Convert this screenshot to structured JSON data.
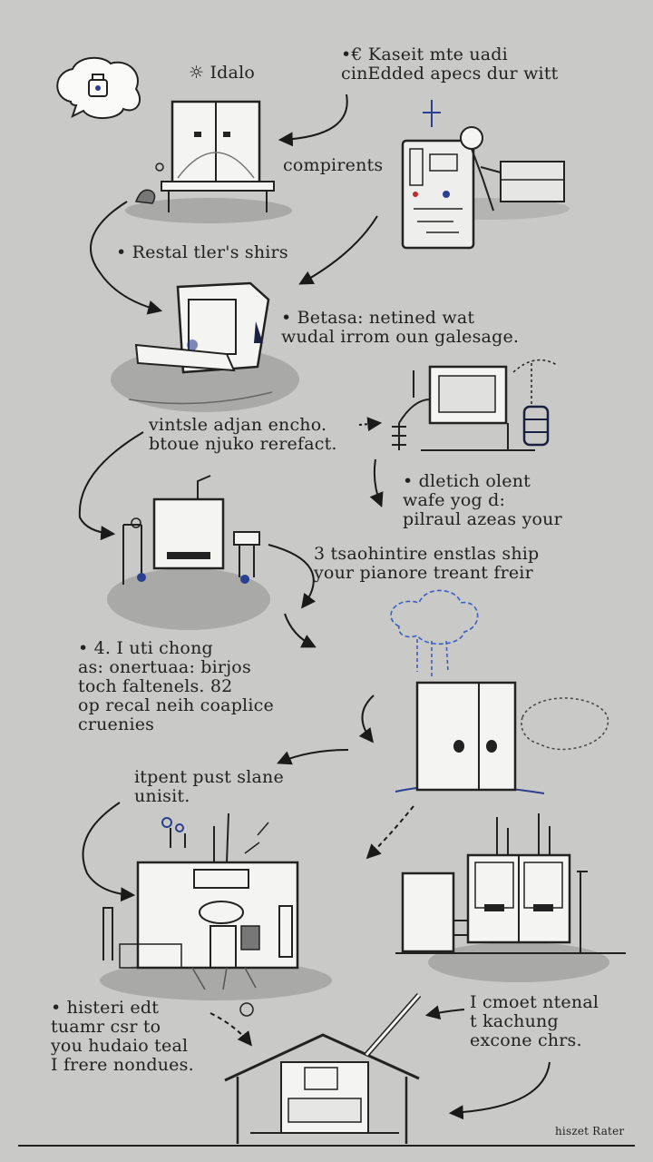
{
  "colors": {
    "background": "#c9c9c7",
    "ink": "#222222",
    "shadow": "#a9a9a7",
    "accent": "#2b3f8f",
    "panel": "#f4f4f2"
  },
  "labels": {
    "top_left": "☼ Idalo",
    "top_right": "•€ Kaseit mte uadi\ncinEdded apecs dur witt",
    "components": "compirents",
    "restal": "• Restal tler's shirs",
    "betasa": "• Betasa: netined wat\nwudal irrom oun galesage.",
    "vintsle": "vintsle adjan encho.\nbtoue njuko rerefact.",
    "dletich": "• dletich olent\nwafe yog d:\npilraul azeas your",
    "step3": "3 tsaohintire enstlas ship\nyour pianore treant freir",
    "step4": "• 4. I uti chong\nas: onertuaa: birjos\ntoch faltenels. 82\nop recal neih coaplice\ncruenies",
    "itpent": "itpent pust slane\nunisit.",
    "histeri": "• histeri edt\ntuamr csr to\nyou hudaio teal\nI frere nondues.",
    "cmoet": "I cmoet ntenal\nt kachung\nexcone chrs.",
    "signature": "hiszet Rater"
  },
  "icons": {
    "thought_bubble": "toilet-thought-icon",
    "units": [
      "double-door-cabinet-icon",
      "circuit-panel-icon",
      "dryer-tub-icon",
      "monitor-pipes-icon",
      "washer-box-icon",
      "fridge-icon",
      "factory-icon",
      "twin-machines-icon",
      "house-shelter-icon"
    ]
  }
}
